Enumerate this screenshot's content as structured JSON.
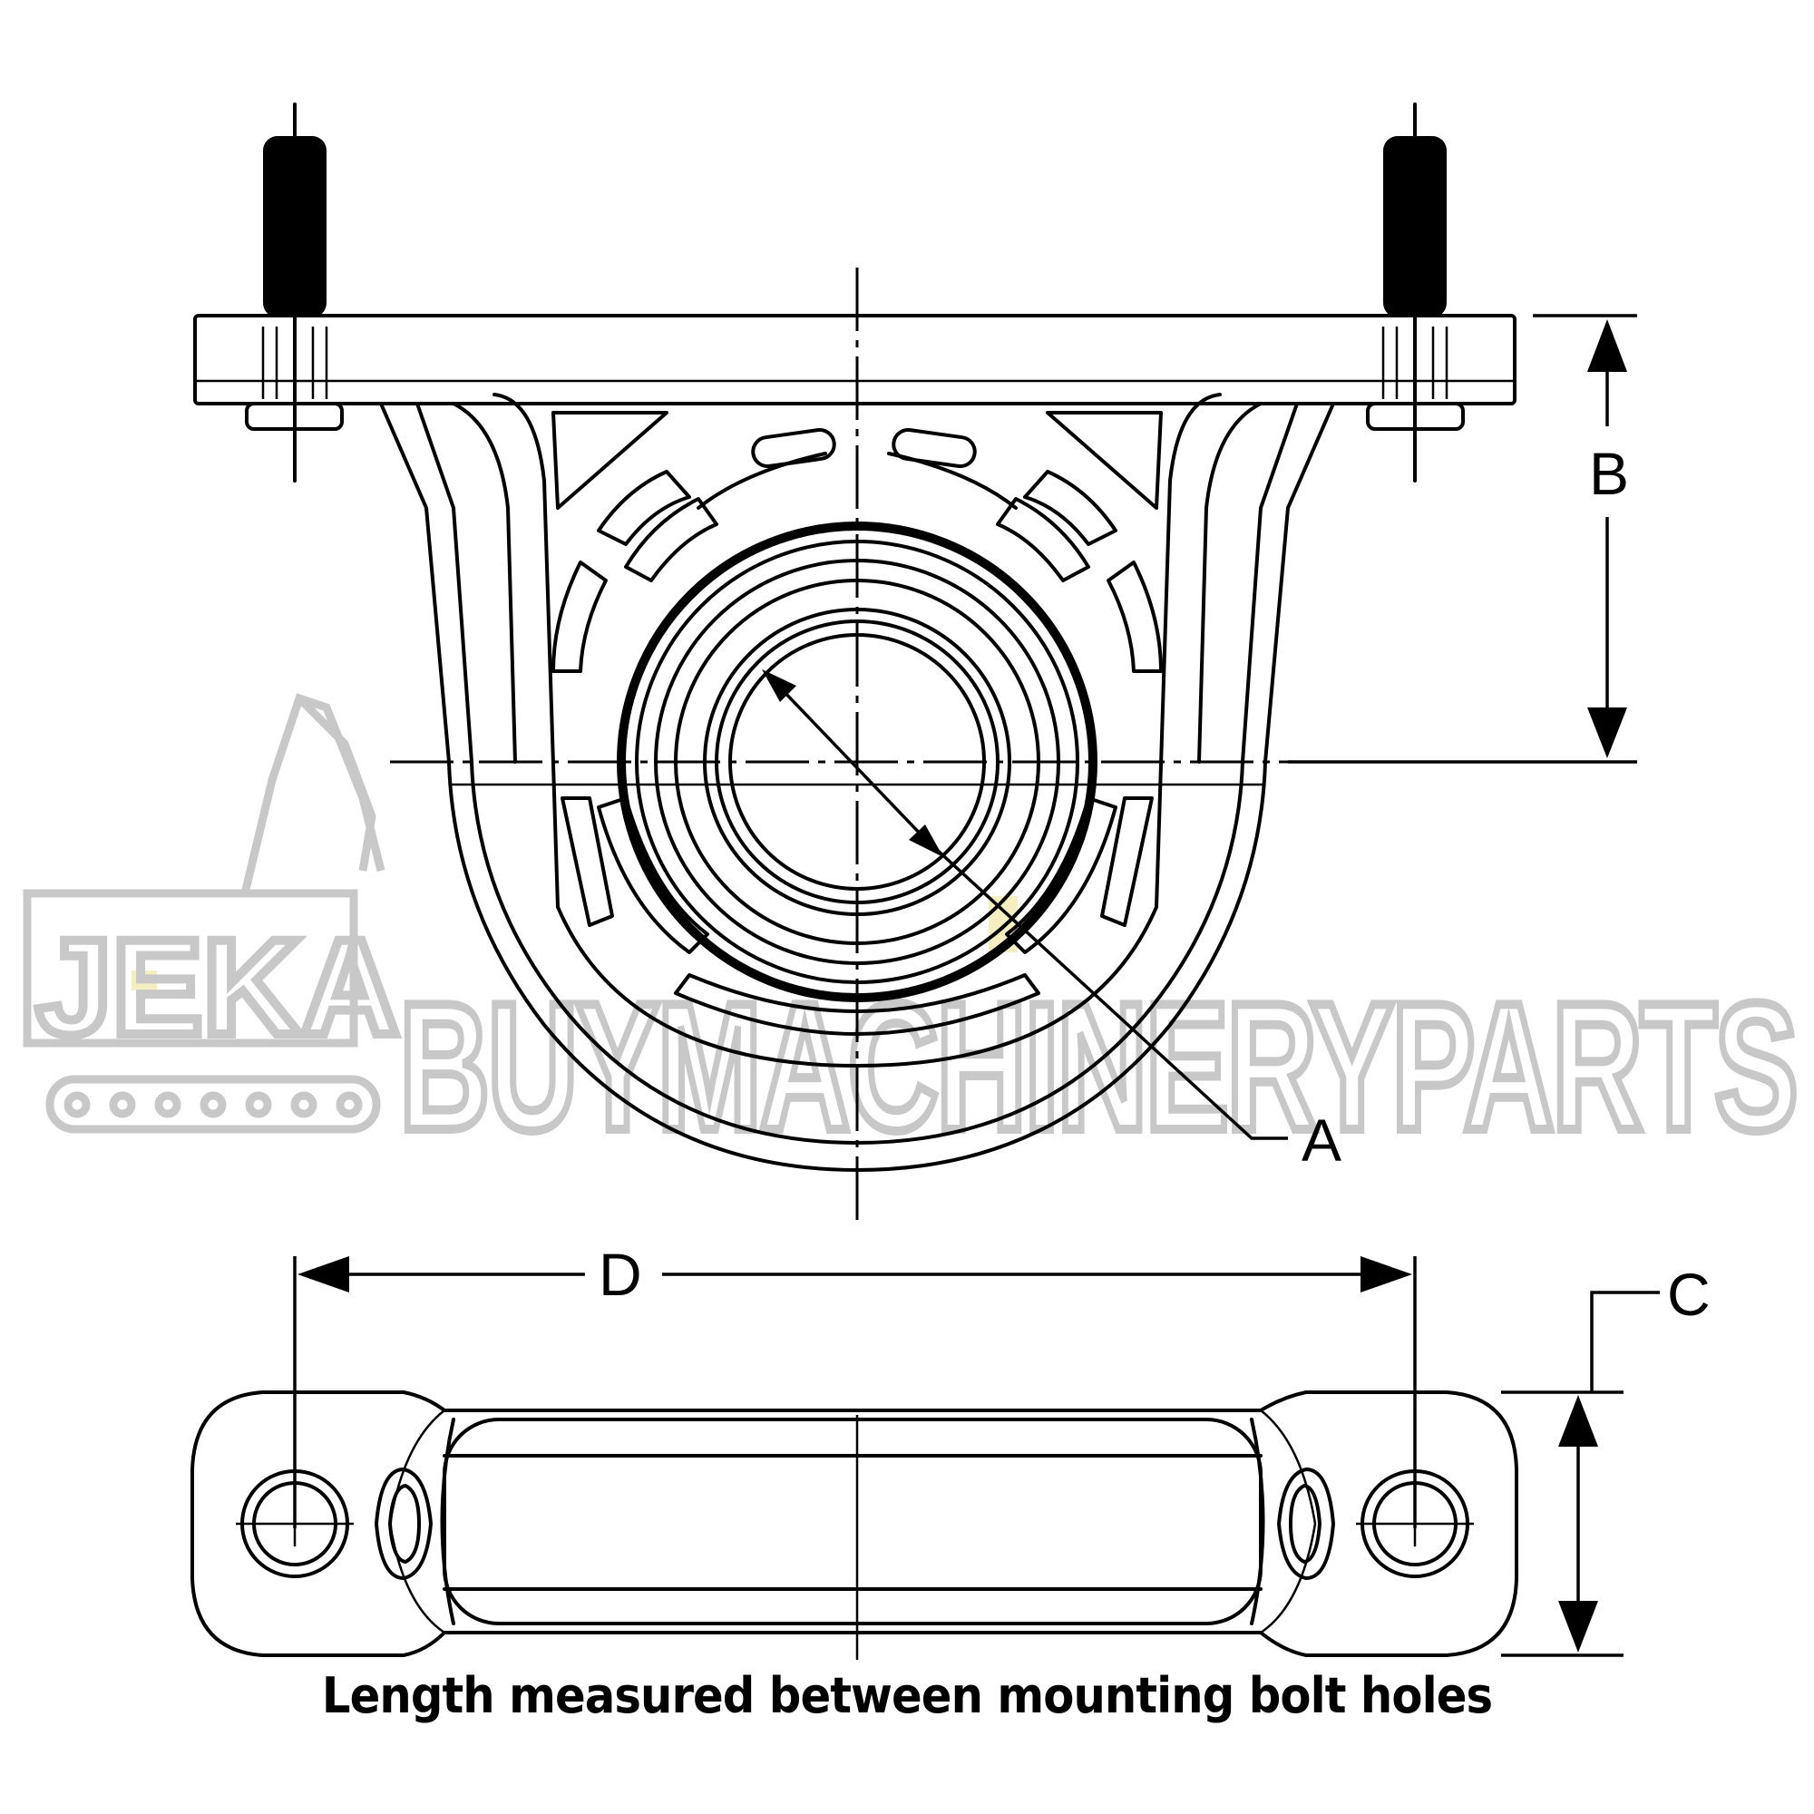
{
  "caption": "Length measured between mounting bolt holes",
  "dimension_labels": {
    "a": "A",
    "b": "B",
    "c": "C",
    "d": "D"
  },
  "watermark": {
    "logo": "JEKA",
    "text": "BUYMACHINERYPARTS"
  }
}
